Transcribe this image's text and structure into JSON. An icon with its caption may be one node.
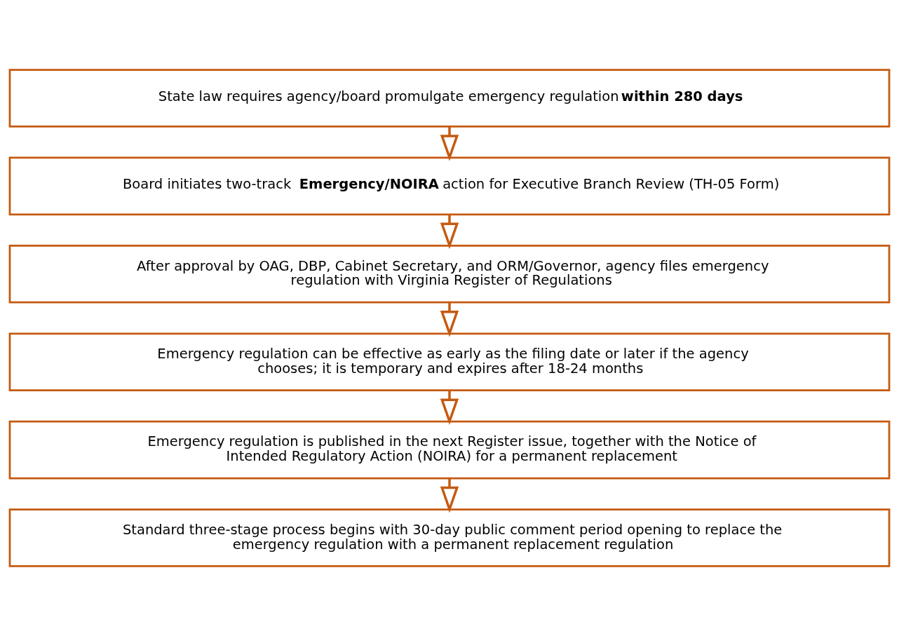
{
  "diagram": {
    "nodes": [
      {
        "text": [
          "State law requires agency/board promulgate emergency regulation **within 280 days**"
        ]
      },
      {
        "text": [
          "Board initiates two-track **Emergency/NOIRA** action for Executive Branch Review (TH-05 Form)"
        ]
      },
      {
        "text": [
          "After approval by OAG, DBP, Cabinet Secretary, and ORM/Governor, agency files emergency regulation with Virginia Register of Regulations"
        ]
      },
      {
        "text": [
          "Emergency regulation can be effective as early as the filing date or later if the agency chooses; it is temporary and expires after 18-24 months"
        ]
      },
      {
        "text": [
          "Emergency regulation is published in the next Register issue, together with the Notice of Intended Regulatory Action (NOIRA) for a permanent replacement"
        ]
      },
      {
        "text": [
          "Standard three-stage process begins with 30-day public comment period opening to replace the emergency regulation with a permanent replacement regulation"
        ]
      }
    ],
    "edges": [
      {
        "from": 0,
        "to": 1,
        "arrow": "to"
      },
      {
        "from": 1,
        "to": 2,
        "arrow": "to"
      },
      {
        "from": 2,
        "to": 3,
        "arrow": "to"
      },
      {
        "from": 3,
        "to": 4,
        "arrow": "to"
      },
      {
        "from": 4,
        "to": 5,
        "arrow": "to"
      }
    ]
  }
}
